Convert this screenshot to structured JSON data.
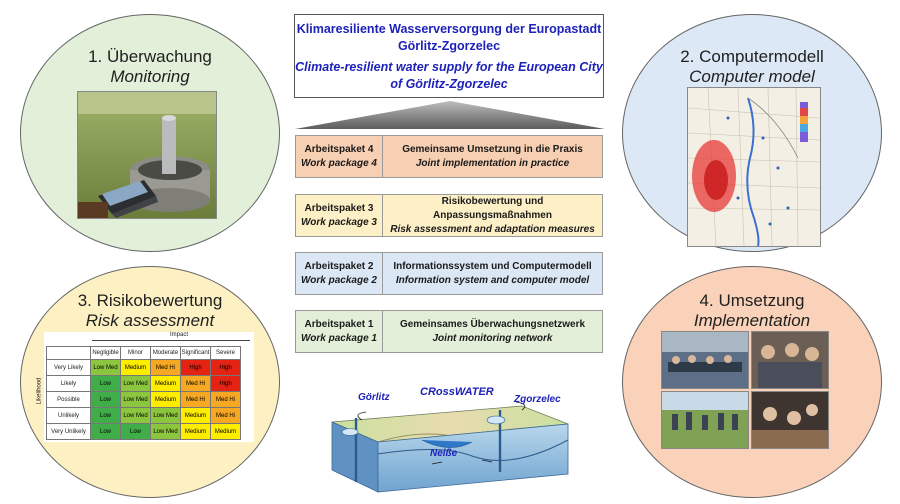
{
  "header": {
    "title_de_line1": "Klimaresiliente Wasserversorgung der Europastadt",
    "title_de_line2": "Görlitz-Zgorzelec",
    "title_en_line1": "Climate-resilient water supply for the European City",
    "title_en_line2": "of Görlitz-Zgorzelec"
  },
  "circles": {
    "monitoring": {
      "title": "1. Überwachung",
      "subtitle": "Monitoring",
      "fill": "#e2efd9"
    },
    "model": {
      "title": "2. Computermodell",
      "subtitle": "Computer model",
      "fill": "#dce8f5"
    },
    "risk": {
      "title": "3. Risikobewertung",
      "subtitle": "Risk assessment",
      "fill": "#fdf1c4"
    },
    "implementation": {
      "title": "4. Umsetzung",
      "subtitle": "Implementation",
      "fill": "#f9d2b9"
    }
  },
  "work_packages": [
    {
      "label_de": "Arbeitspaket 4",
      "label_en": "Work package 4",
      "title_de": "Gemeinsame Umsetzung in die Praxis",
      "title_en": "Joint implementation in practice",
      "fill": "#f7cfb2"
    },
    {
      "label_de": "Arbeitspaket 3",
      "label_en": "Work package 3",
      "title_de": "Risikobewertung und Anpassungsmaßnahmen",
      "title_en": "Risk assessment and adaptation measures",
      "fill": "#fdf0c6"
    },
    {
      "label_de": "Arbeitspaket 2",
      "label_en": "Work package 2",
      "title_de": "Informationssystem und Computermodell",
      "title_en": "Information system and computer model",
      "fill": "#dbe7f4"
    },
    {
      "label_de": "Arbeitspaket 1",
      "label_en": "Work package 1",
      "title_de": "Gemeinsames Überwachungsnetzwerk",
      "title_en": "Joint monitoring network",
      "fill": "#e4efda"
    }
  ],
  "risk_matrix": {
    "impact_label": "Impact",
    "likelihood_label": "Likelihood",
    "columns": [
      "Negligible",
      "Minor",
      "Moderate",
      "Significant",
      "Severe"
    ],
    "rows": [
      {
        "label": "Very Likely",
        "cells": [
          "Low Med",
          "Medium",
          "Med Hi",
          "High",
          "High"
        ]
      },
      {
        "label": "Likely",
        "cells": [
          "Low",
          "Low Med",
          "Medium",
          "Med Hi",
          "High"
        ]
      },
      {
        "label": "Possible",
        "cells": [
          "Low",
          "Low Med",
          "Medium",
          "Med Hi",
          "Med Hi"
        ]
      },
      {
        "label": "Unlikely",
        "cells": [
          "Low",
          "Low Med",
          "Low Med",
          "Medium",
          "Med Hi"
        ]
      },
      {
        "label": "Very Unlikely",
        "cells": [
          "Low",
          "Low",
          "Low Med",
          "Medium",
          "Medium"
        ]
      }
    ],
    "level_colors": {
      "Low": "#3fae49",
      "Low Med": "#8cc63e",
      "Medium": "#ffed00",
      "Med Hi": "#f7a823",
      "High": "#e42313"
    }
  },
  "crosswater": {
    "name": "CRossWATER",
    "left_city": "Görlitz",
    "right_city": "Zgorzelec",
    "river": "Neiße"
  }
}
